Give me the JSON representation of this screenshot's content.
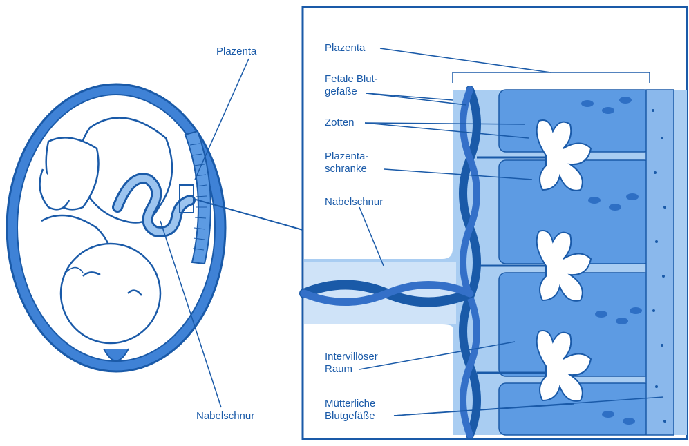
{
  "left_labels": {
    "placenta": "Plazenta",
    "umbilical_cord": "Nabelschnur"
  },
  "right_labels": {
    "placenta": "Plazenta",
    "fetal_vessels_1": "Fetale Blut-",
    "fetal_vessels_2": "gefäße",
    "villi": "Zotten",
    "placental_barrier_1": "Plazenta-",
    "placental_barrier_2": "schranke",
    "umbilical_cord": "Nabelschnur",
    "intervillous_1": "Intervillöser",
    "intervillous_2": "Raum",
    "maternal_vessels_1": "Mütterliche",
    "maternal_vessels_2": "Blutgefäße"
  },
  "colors": {
    "dark_blue": "#1a5aa8",
    "mid_blue": "#4a8ad8",
    "light_blue": "#9cc4ef",
    "pale_blue": "#d6e8fb"
  }
}
